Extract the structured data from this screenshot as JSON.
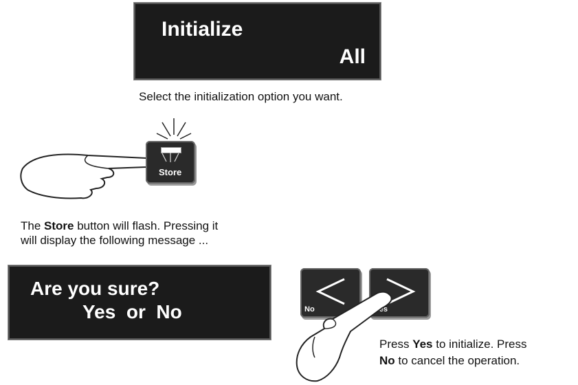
{
  "display1": {
    "line1": "Initialize",
    "line2": "All"
  },
  "caption_select": "Select the initialization option you want.",
  "store_key": {
    "label": "Store",
    "icon": "store-button-icon"
  },
  "caption_store": {
    "pre": "The ",
    "bold": "Store",
    "post": " button will flash. Pressing it",
    "line2": "will display the following message ..."
  },
  "display2": {
    "line1": "Are you sure?",
    "line2": "Yes  or  No"
  },
  "no_key": {
    "label": "No",
    "icon": "left-chevron-icon"
  },
  "yes_key": {
    "label": "Yes",
    "icon": "right-chevron-icon"
  },
  "caption_confirm": {
    "pre": "Press ",
    "yes": "Yes",
    "mid": " to initialize. Press",
    "no": "No",
    "post": " to cancel the operation."
  }
}
